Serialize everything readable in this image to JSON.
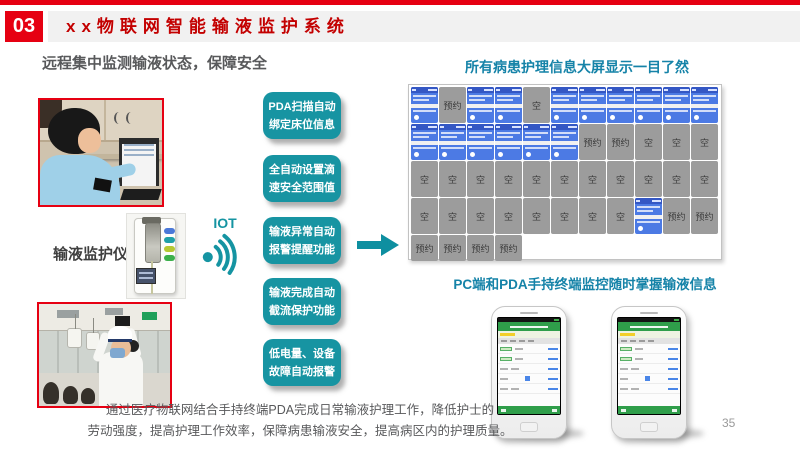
{
  "header": {
    "badge": "03",
    "title": "xx物联网智能输液监护系统"
  },
  "subtitle": "远程集中监测输液状态，保障安全",
  "left_column": {
    "device_label": "输液监护仪",
    "iot_label": "IOT"
  },
  "flow_boxes": [
    {
      "line1": "PDA扫描自动",
      "line2": "绑定床位信息"
    },
    {
      "line1": "全自动设置滴",
      "line2": "速安全范围值"
    },
    {
      "line1": "输液异常自动",
      "line2": "报警提醒功能"
    },
    {
      "line1": "输液完成自动",
      "line2": "截流保护功能"
    },
    {
      "line1": "低电量、设备",
      "line2": "故障自动报警"
    }
  ],
  "big_screen": {
    "heading": "所有病患护理信息大屏显示一目了然",
    "reserved_label": "预约",
    "empty_label": "空",
    "grid_rows": [
      [
        "patient",
        "reserved",
        "patient",
        "patient",
        "empty",
        "patient",
        "patient",
        "patient",
        "patient",
        "patient",
        "patient"
      ],
      [
        "patient",
        "patient",
        "patient",
        "patient",
        "patient",
        "patient",
        "reserved",
        "reserved",
        "empty",
        "empty",
        "empty"
      ],
      [
        "empty",
        "empty",
        "empty",
        "empty",
        "empty",
        "empty",
        "empty",
        "empty",
        "empty",
        "empty",
        "empty"
      ],
      [
        "empty",
        "empty",
        "empty",
        "empty",
        "empty",
        "empty",
        "empty",
        "empty",
        "patient",
        "reserved",
        "reserved"
      ],
      [
        "reserved",
        "reserved",
        "reserved",
        "reserved"
      ]
    ]
  },
  "terminals": {
    "heading": "PC端和PDA手持终端监控随时掌握输液信息"
  },
  "footer": {
    "line1": "通过医疗物联网结合手持终端PDA完成日常输液护理工作，降低护士的",
    "line2": "劳动强度，提高护理工作效率，保障病患输液安全，提高病区内的护理质量。"
  },
  "page_number": "35",
  "colors": {
    "accent_red": "#e60012",
    "title_red": "#c30000",
    "flow_teal": "#1794a2",
    "heading_teal": "#1583a8",
    "cell_blue": "#4c7ae4",
    "cell_gray": "#9c9c9c",
    "phone_green": "#2f9e4a"
  },
  "icons": {
    "iot_signal": "wifi-arcs",
    "flow_arrow": "right-arrow"
  }
}
